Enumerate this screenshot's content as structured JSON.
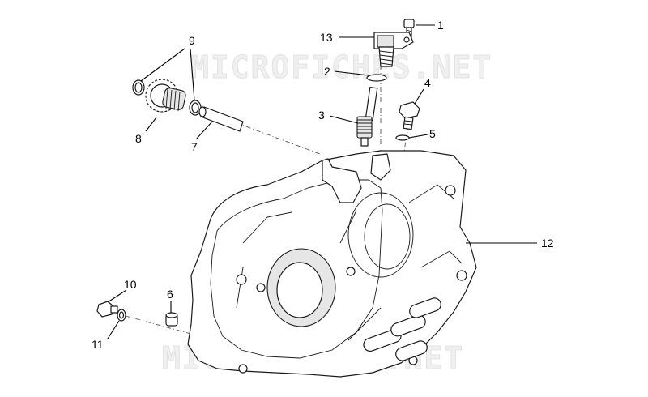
{
  "watermark": {
    "text": "MICROFICHES.NET"
  },
  "callouts": [
    {
      "id": "1",
      "label": "1"
    },
    {
      "id": "2",
      "label": "2"
    },
    {
      "id": "3",
      "label": "3"
    },
    {
      "id": "4",
      "label": "4"
    },
    {
      "id": "5",
      "label": "5"
    },
    {
      "id": "6",
      "label": "6"
    },
    {
      "id": "7",
      "label": "7"
    },
    {
      "id": "8",
      "label": "8"
    },
    {
      "id": "9",
      "label": "9"
    },
    {
      "id": "10",
      "label": "10"
    },
    {
      "id": "11",
      "label": "11"
    },
    {
      "id": "12",
      "label": "12"
    },
    {
      "id": "13",
      "label": "13"
    }
  ]
}
